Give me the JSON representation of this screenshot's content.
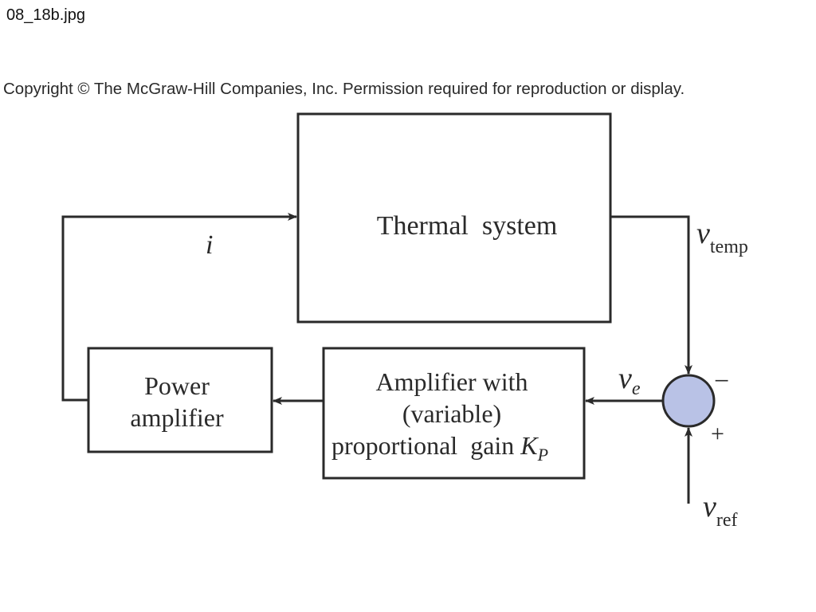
{
  "header": {
    "filename": "08_18b.jpg",
    "copyright": "Copyright © The McGraw-Hill Companies, Inc. Permission required for reproduction or display."
  },
  "blocks": {
    "thermal": {
      "label": "Thermal  system"
    },
    "power_amp": {
      "line1": "Power",
      "line2": "amplifier"
    },
    "gain_amp": {
      "line1": "Amplifier with",
      "line2": "(variable)",
      "line3": "proportional  gain ",
      "gain_symbol": "K",
      "gain_sub": "P"
    }
  },
  "signals": {
    "current": "i",
    "temp": {
      "symbol": "v",
      "sub": "temp"
    },
    "error": {
      "symbol": "v",
      "sub": "e"
    },
    "ref": {
      "symbol": "v",
      "sub": "ref"
    }
  },
  "summing_junction": {
    "minus": "−",
    "plus": "+",
    "fill_color": "#b9c2e6"
  },
  "colors": {
    "line": "#2a2a2a"
  }
}
